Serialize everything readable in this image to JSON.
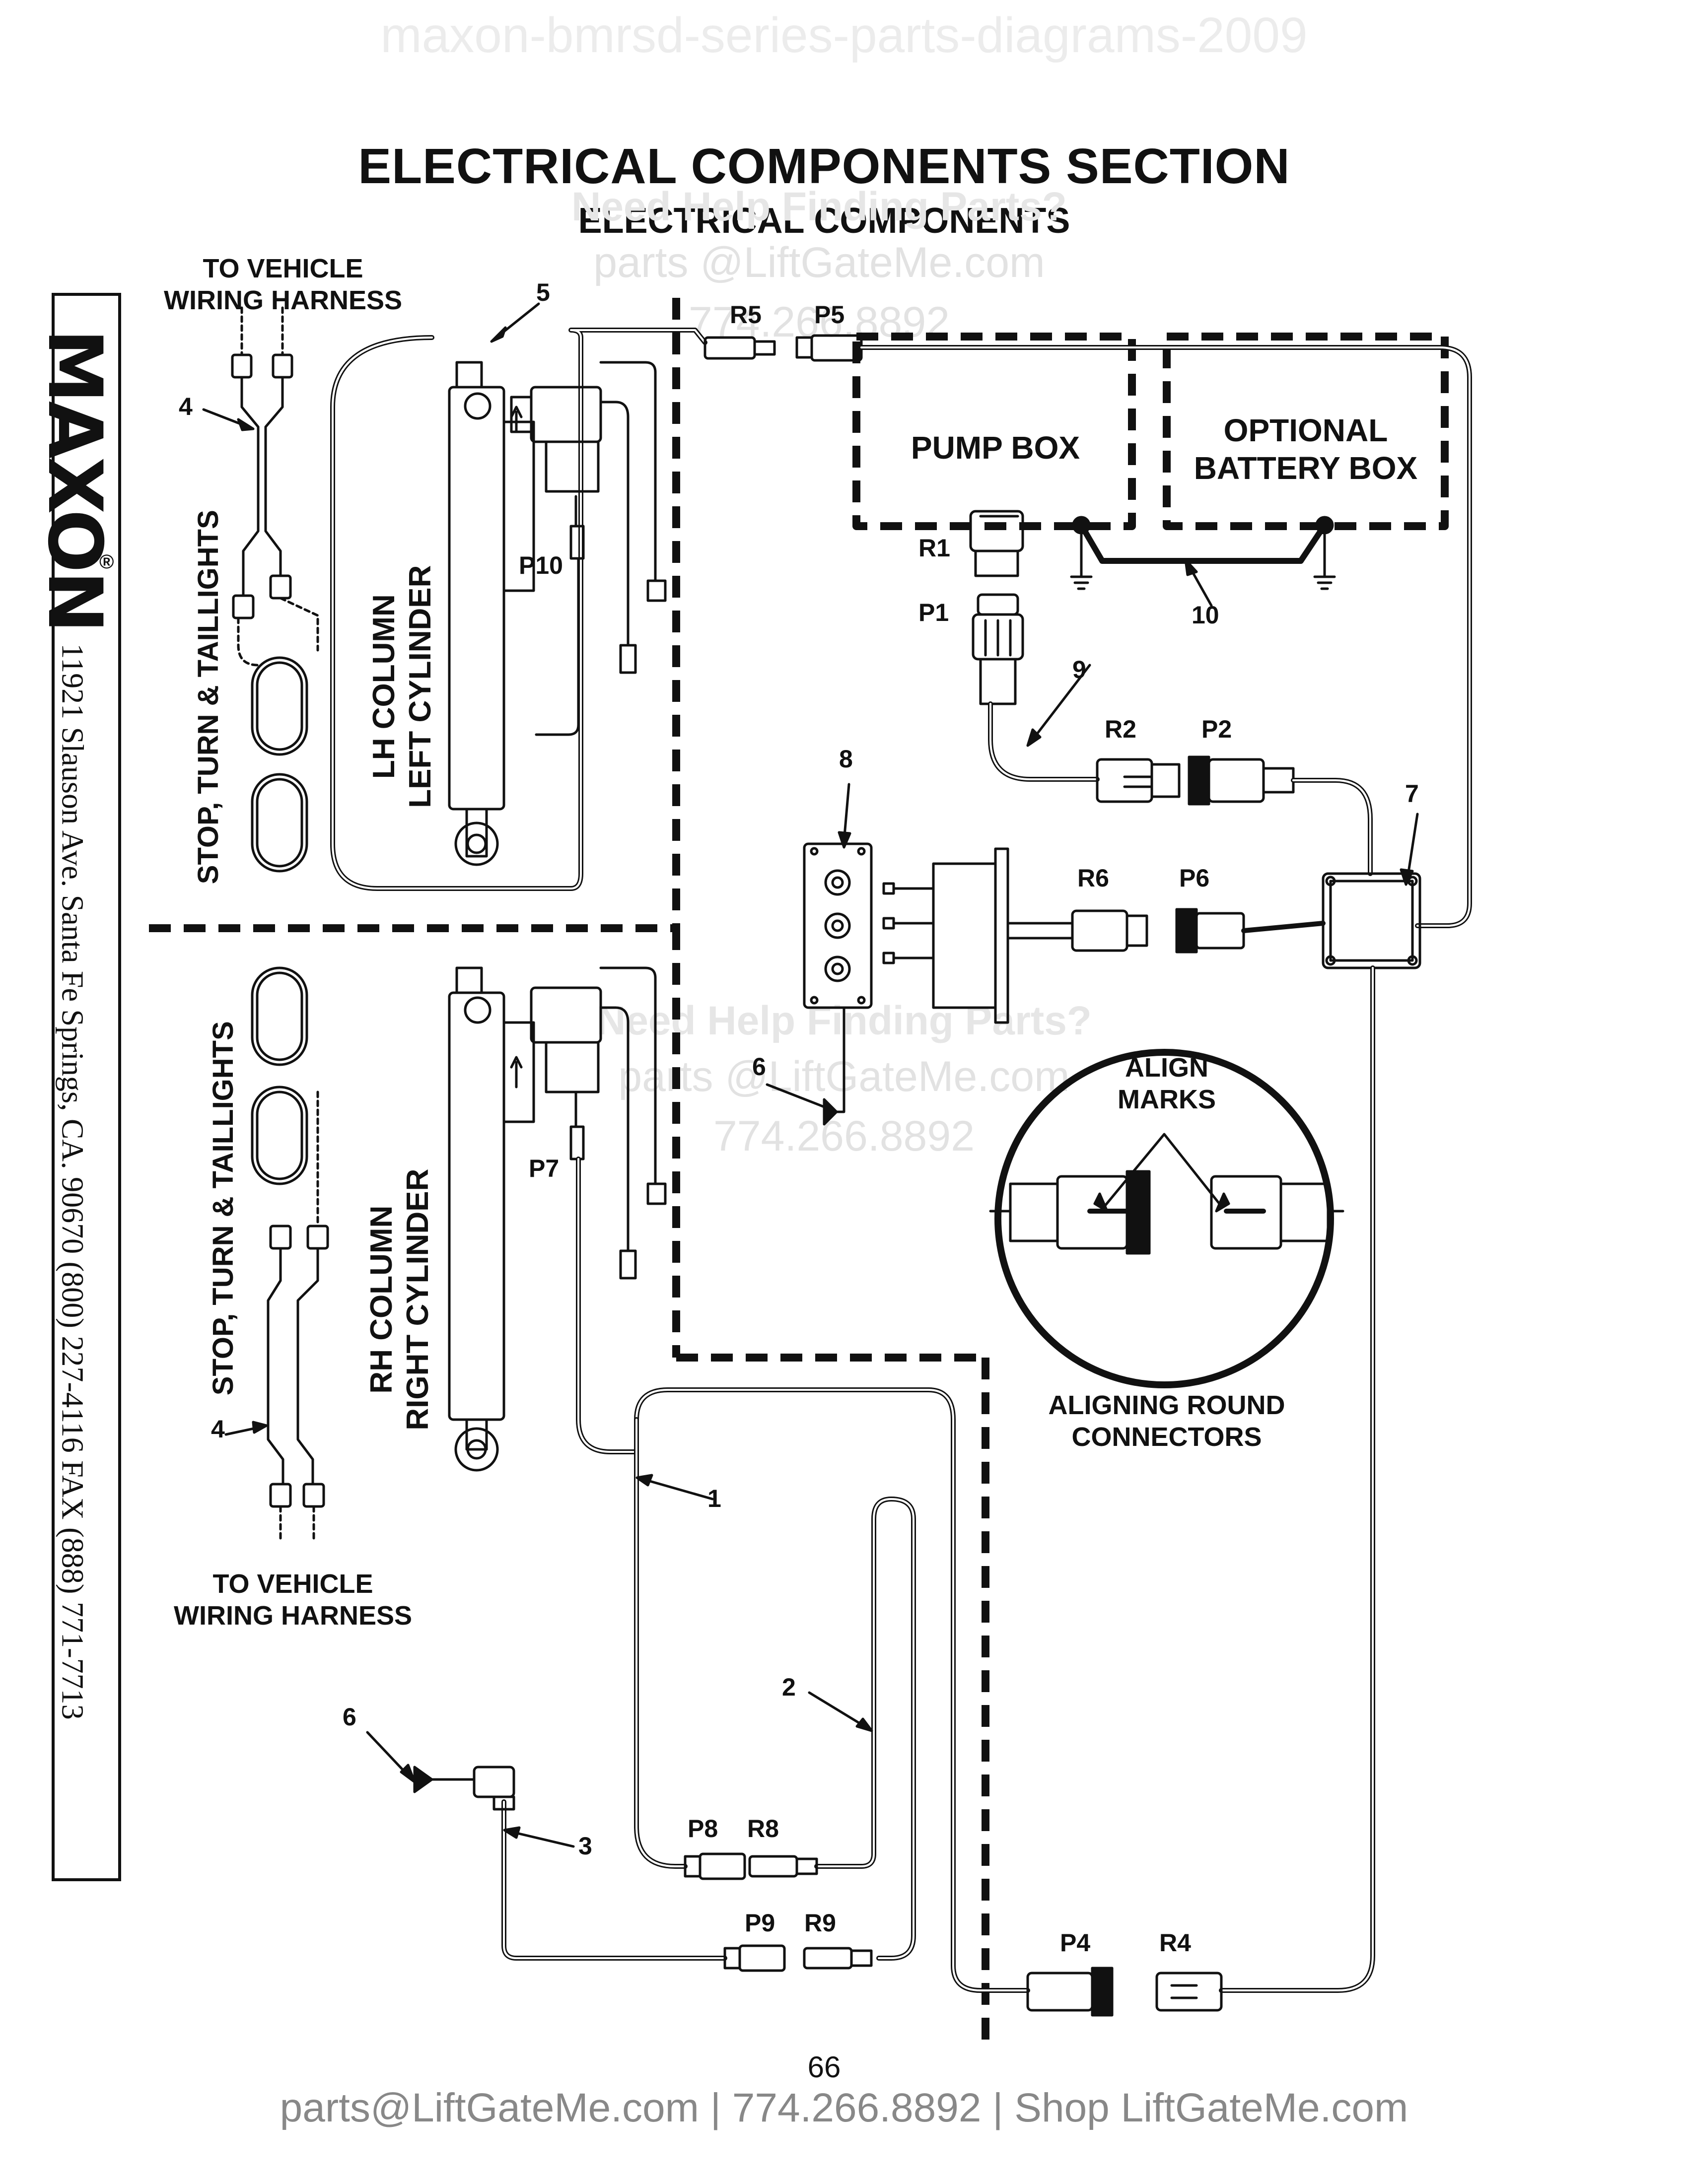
{
  "watermark_top": "maxon-bmrsd-series-parts-diagrams-2009",
  "title": "ELECTRICAL COMPONENTS SECTION",
  "subtitle": "ELECTRICAL COMPONENTS",
  "watermark_mid": {
    "help": "Need Help Finding Parts?",
    "email": "parts @LiftGateMe.com",
    "phone": "774.266.8892"
  },
  "sidebar": {
    "logo": "MAXON",
    "registered": "®",
    "address": "11921 Slauson Ave.  Santa Fe Springs, CA.  90670  (800) 227-4116  FAX (888) 771-7713"
  },
  "labels": {
    "to_vehicle_top": "TO VEHICLE\nWIRING HARNESS",
    "to_vehicle_bottom": "TO VEHICLE\nWIRING HARNESS",
    "stop_turn_top": "STOP, TURN & TAILLIGHTS",
    "stop_turn_bottom": "STOP, TURN & TAILLIGHTS",
    "lh_column": "LH COLUMN\nLEFT CYLINDER",
    "rh_column": "RH COLUMN\nRIGHT CYLINDER",
    "pump_box": "PUMP BOX",
    "optional_battery_box": "OPTIONAL\nBATTERY BOX",
    "align_marks": "ALIGN\nMARKS",
    "aligning_round": "ALIGNING ROUND\nCONNECTORS"
  },
  "connectors": {
    "r5": "R5",
    "p5": "P5",
    "r1": "R1",
    "p1": "P1",
    "r2": "R2",
    "p2": "P2",
    "r6": "R6",
    "p6": "P6",
    "p10": "P10",
    "p7": "P7",
    "p8": "P8",
    "r8": "R8",
    "p9": "P9",
    "r9": "R9",
    "p4": "P4",
    "r4": "R4"
  },
  "callouts": {
    "c1": "1",
    "c2": "2",
    "c3": "3",
    "c4a": "4",
    "c4b": "4",
    "c5": "5",
    "c6a": "6",
    "c6b": "6",
    "c7": "7",
    "c8": "8",
    "c9": "9",
    "c10": "10"
  },
  "page_number": "66",
  "footer": "parts@LiftGateMe.com | 774.266.8892 | Shop LiftGateMe.com"
}
